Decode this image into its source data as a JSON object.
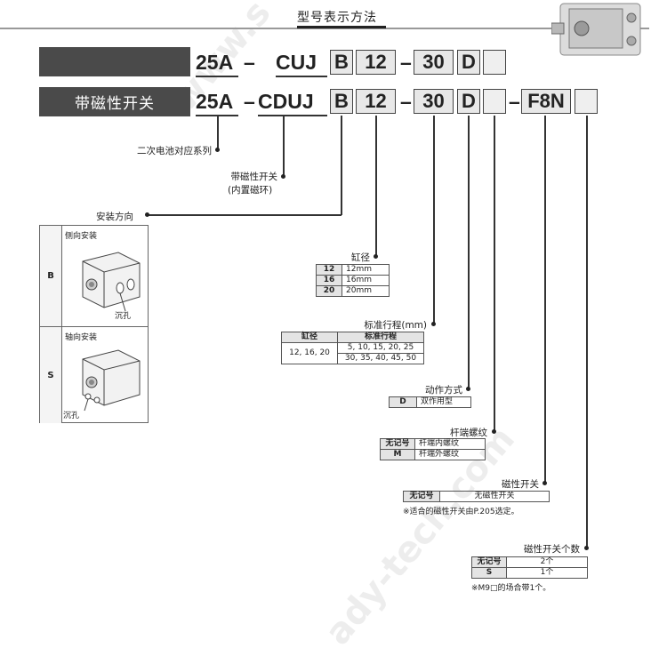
{
  "header": {
    "title": "型号表示方法"
  },
  "rows": {
    "row1": {
      "band": "",
      "prefix": "25A",
      "sep1": "–",
      "series": "CUJ",
      "mount": "B",
      "bore": "12",
      "sep2": "–",
      "stroke": "30",
      "action": "D",
      "thread": ""
    },
    "row2": {
      "band": "带磁性开关",
      "prefix": "25A",
      "sep1": "–",
      "series": "CDUJ",
      "mount": "B",
      "bore": "12",
      "sep2": "–",
      "stroke": "30",
      "action": "D",
      "thread": "",
      "sep3": "–",
      "switch": "F8N",
      "count": ""
    }
  },
  "captions": {
    "battery": "二次电池对应系列",
    "magnet_title": "带磁性开关",
    "magnet_sub": "(内置磁环)",
    "mounting": "安装方向",
    "bore": "缸径",
    "stroke": "标准行程(mm)",
    "action": "动作方式",
    "thread": "杆端螺纹",
    "switch": "磁性开关",
    "switch_count": "磁性开关个数"
  },
  "mounting_table": {
    "items": [
      {
        "code": "B",
        "label": "侧向安装",
        "hole": "沉孔"
      },
      {
        "code": "S",
        "label": "轴向安装",
        "hole": "沉孔"
      }
    ]
  },
  "bore_table": {
    "rows": [
      {
        "code": "12",
        "value": "12mm"
      },
      {
        "code": "16",
        "value": "16mm"
      },
      {
        "code": "20",
        "value": "20mm"
      }
    ]
  },
  "stroke_table": {
    "header_bore": "缸径",
    "header_stroke": "标准行程",
    "bore_value": "12, 16, 20",
    "stroke_line1": "5, 10, 15, 20, 25",
    "stroke_line2": "30, 35, 40, 45, 50"
  },
  "action_table": {
    "code": "D",
    "value": "双作用型"
  },
  "thread_table": {
    "rows": [
      {
        "code": "无记号",
        "value": "杆端内螺纹"
      },
      {
        "code": "M",
        "value": "杆端外螺纹"
      }
    ]
  },
  "switch_table": {
    "code": "无记号",
    "value": "无磁性开关",
    "note": "※适合的磁性开关由P.205选定。"
  },
  "count_table": {
    "rows": [
      {
        "code": "无记号",
        "value": "2个"
      },
      {
        "code": "S",
        "value": "1个"
      }
    ],
    "note": "※M9□的场合带1个。"
  },
  "watermark": {
    "text1": "www.s",
    "text2": "ady-tech.com"
  },
  "colors": {
    "band": "#4a4a4a",
    "box": "#e8e8e8",
    "rule": "#999999"
  }
}
